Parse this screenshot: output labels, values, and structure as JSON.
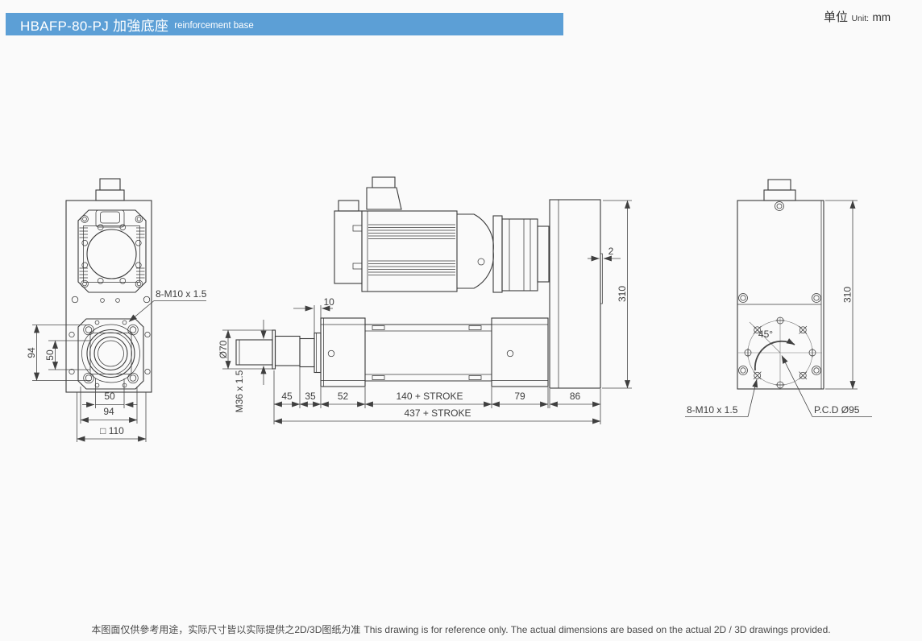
{
  "header": {
    "title": "HBAFP-80-PJ 加強底座",
    "subtitle": "reinforcement base"
  },
  "unit": {
    "label_cn": "单位",
    "label_en": "Unit:",
    "value": "mm"
  },
  "colors": {
    "header_bar": "#5c9fd6",
    "drawing_line": "#3a3a3a",
    "dimension_text": "#3d3d3d",
    "background": "#fafafa"
  },
  "front_view": {
    "bolt_callout": "8-M10 x 1.5",
    "dim_height_outer": "94",
    "dim_height_inner": "50",
    "dim_width_inner": "50",
    "dim_width_outer": "94",
    "dim_square": "□ 110"
  },
  "side_view": {
    "dim_plate_offset": "10",
    "dim_rod_diameter": "Ø70",
    "rod_thread": "M36 x 1.5",
    "dim_rod_end": "45",
    "dim_collar": "35",
    "dim_front_block": "52",
    "dim_body": "140 + STROKE",
    "dim_rear_block": "79",
    "dim_base": "86",
    "dim_total": "437 + STROKE",
    "dim_plate_thickness": "2",
    "dim_plate_height": "310"
  },
  "rear_view": {
    "dim_plate_height": "310",
    "dim_angle": "45°",
    "bolt_callout": "8-M10 x 1.5",
    "pitch_circle": "P.C.D Ø95"
  },
  "footer": {
    "note_cn": "本图面仅供參考用途，实际尺寸皆以实际提供之2D/3D图纸为准",
    "note_en": "This drawing is for reference only. The actual dimensions are based on the actual 2D / 3D drawings provided."
  }
}
